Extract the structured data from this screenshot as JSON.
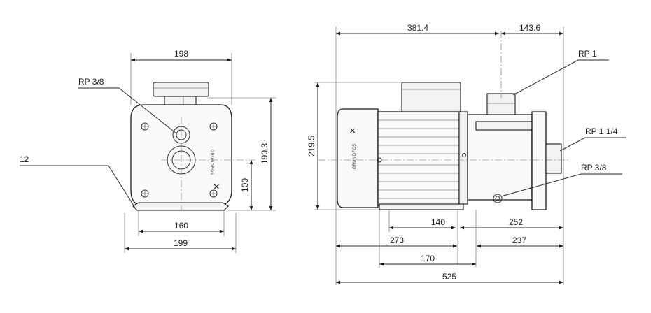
{
  "front_view": {
    "dims": {
      "width_top": "198",
      "height_total": "190.3",
      "shaft_height": "100",
      "foot_holes": "160",
      "base_width": "199",
      "foot_thickness": "12"
    },
    "labels": {
      "drain_port": "RP 3/8"
    },
    "brand_text": "GRUNDFOS"
  },
  "side_view": {
    "dims": {
      "length_motor": "381.4",
      "length_pump": "143.6",
      "height": "219.5",
      "d_140": "140",
      "d_252": "252",
      "d_273": "273",
      "d_237": "237",
      "d_170": "170",
      "overall": "525"
    },
    "labels": {
      "outlet": "RP 1",
      "inlet": "RP 1 1/4",
      "drain": "RP 3/8"
    },
    "brand_text": "GRUNDFOS"
  },
  "colors": {
    "line": "#2a2a2a",
    "background": "#ffffff"
  }
}
